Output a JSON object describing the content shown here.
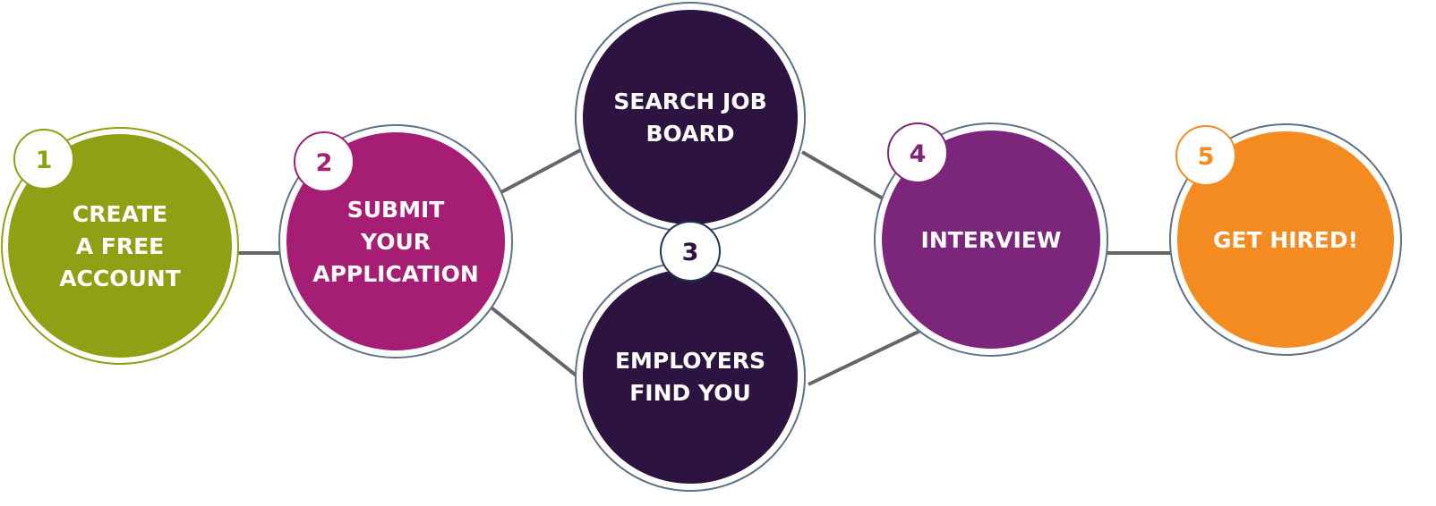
{
  "steps": [
    {
      "number": "1",
      "lines": [
        "CREATE",
        "A FREE",
        "ACCOUNT"
      ],
      "color": "#8fa014",
      "ring": "#8fa014"
    },
    {
      "number": "2",
      "lines": [
        "SUBMIT",
        "YOUR",
        "APPLICATION"
      ],
      "color": "#a51e73",
      "ring": "#5d7187"
    },
    {
      "number": "3",
      "top_lines": [
        "SEARCH JOB",
        "BOARD"
      ],
      "bottom_lines": [
        "EMPLOYERS",
        "FIND YOU"
      ],
      "color": "#2d1340",
      "ring": "#5d7187"
    },
    {
      "number": "4",
      "lines": [
        "INTERVIEW"
      ],
      "color": "#7c267b",
      "ring": "#5d7187"
    },
    {
      "number": "5",
      "lines": [
        "GET HIRED!"
      ],
      "color": "#f48b20",
      "ring": "#5d7187"
    }
  ],
  "badge_borders": [
    "#8fa014",
    "#a51e73",
    "#1b3554",
    "#7c267b",
    "#f48b20"
  ],
  "connector_color": "#666666"
}
